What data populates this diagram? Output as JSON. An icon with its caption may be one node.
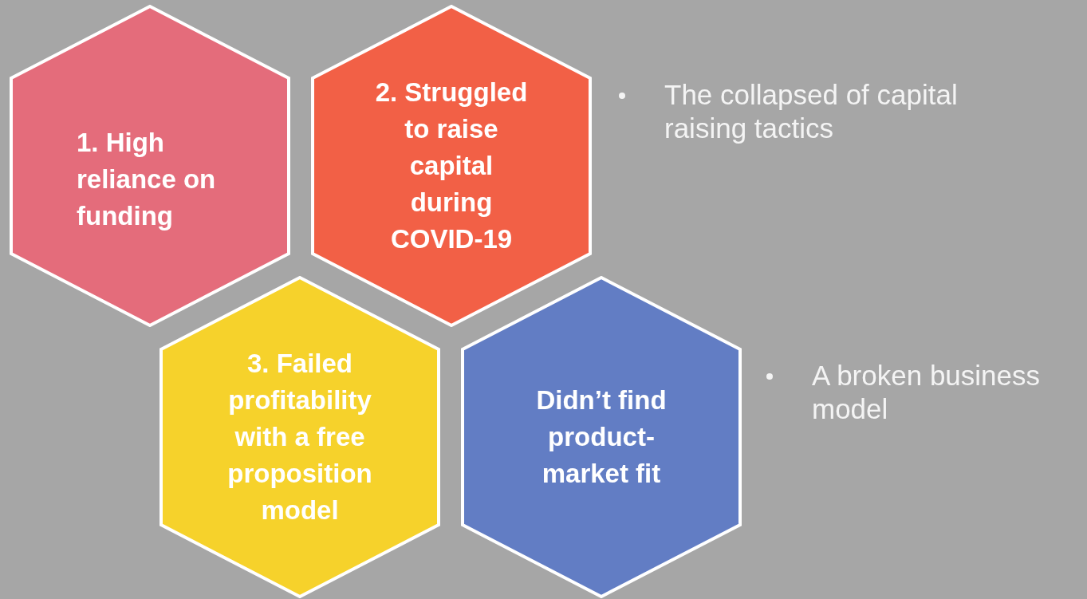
{
  "diagram": {
    "nodes": [
      {
        "text": [
          "1. High reliance on funding"
        ]
      },
      {
        "text": [
          "2. Struggled to raise capital during COVID-19"
        ],
        "beside": [
          "The collapsed of capital raising tactics"
        ]
      },
      {
        "text": [
          "3. Failed profitability with a free proposition model"
        ]
      },
      {
        "text": [
          "Didn’t find product-market fit"
        ],
        "beside": [
          "A broken business model"
        ]
      }
    ]
  }
}
